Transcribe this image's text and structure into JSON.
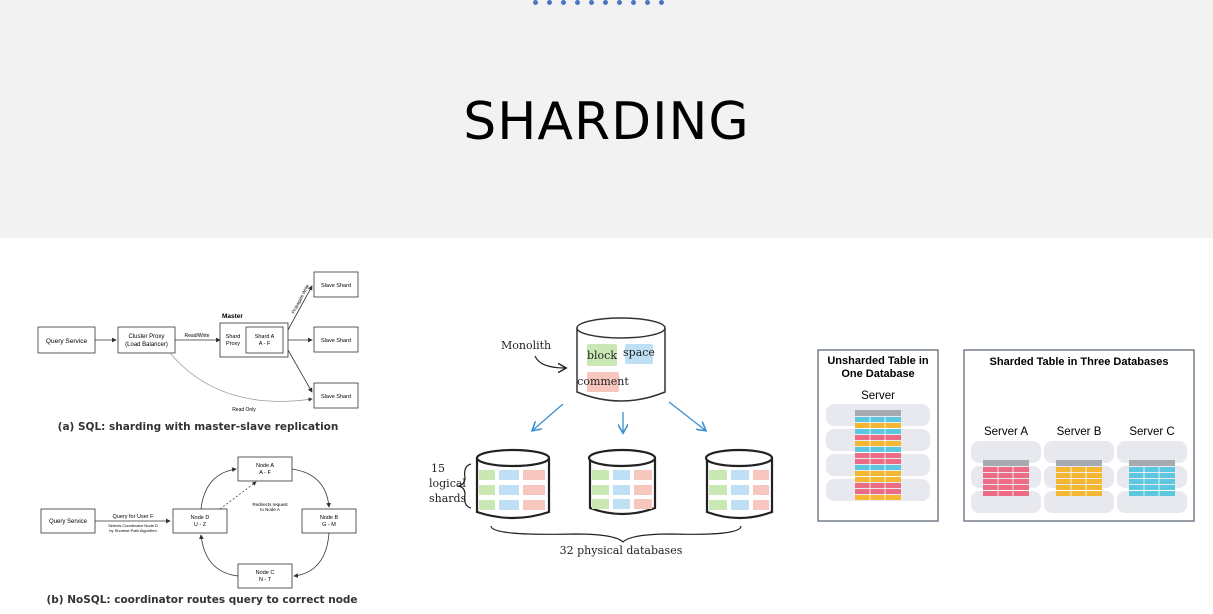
{
  "title": "SHARDING",
  "colors": {
    "dots": "#4a76c4",
    "header_bg": "#f2f2f2",
    "arrow_blue": "#3a8fd0"
  },
  "sql_diagram": {
    "query_service": "Query Service",
    "cluster_proxy": [
      "Cluster Proxy",
      "(Load Balancer)"
    ],
    "read_write": "Read/Write",
    "master": "Master",
    "shard_proxy": [
      "Shard",
      "Proxy"
    ],
    "shard_a": [
      "Shard A",
      "A - F"
    ],
    "propagate_write": "Propagate Write",
    "read_only": "Read Only",
    "slave_shard": "Slave Shard",
    "caption": "(a) SQL: sharding with master-slave replication"
  },
  "nosql_diagram": {
    "query_service": "Query Service",
    "query_for_user": "Query for User F",
    "selects_coordinator": [
      "Selects Coordinator Node D",
      "by Shortest Path Algorithm"
    ],
    "node_d": [
      "Node D",
      "U - Z"
    ],
    "node_a": [
      "Node A",
      "A - F"
    ],
    "node_b": [
      "Node B",
      "G - M"
    ],
    "node_c": [
      "Node C",
      "N - T"
    ],
    "redirects": [
      "Redirects request",
      "to Node A"
    ],
    "caption": "(b) NoSQL: coordinator routes query to correct node"
  },
  "sketch_diagram": {
    "monolith": "Monolith",
    "labels": {
      "block": "block",
      "space": "space",
      "comment": "comment"
    },
    "logical": [
      "15",
      "logical",
      "shards"
    ],
    "physical": "32  physical  databases"
  },
  "table_diagram": {
    "unsharded_title": [
      "Unsharded Table in",
      "One Database"
    ],
    "server": "Server",
    "sharded_title": "Sharded Table in Three Databases",
    "server_a": "Server A",
    "server_b": "Server B",
    "server_c": "Server C"
  }
}
